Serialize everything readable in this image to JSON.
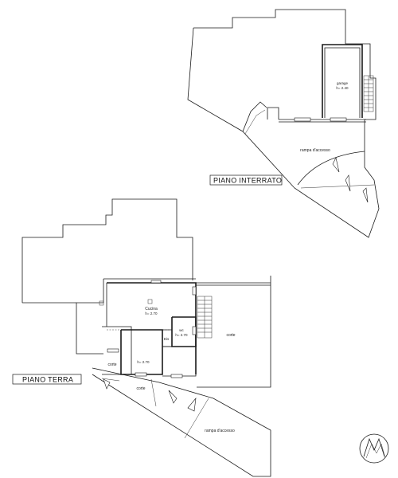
{
  "floors": {
    "basement": {
      "title": "PIANO INTERRATO",
      "rooms": [
        {
          "name": "garage",
          "height": "h= 2.40"
        },
        {
          "name": "rampa d'accesso",
          "height": ""
        }
      ]
    },
    "ground": {
      "title": "PIANO TERRA",
      "rooms": [
        {
          "name": "Cucina",
          "height": "h= 2.70"
        },
        {
          "name": "wc",
          "height": "h= 2.70"
        },
        {
          "name": "Dis",
          "height": ""
        },
        {
          "name": "",
          "height": "h= 2.70"
        },
        {
          "name": "corte",
          "height": ""
        },
        {
          "name": "corte",
          "height": ""
        },
        {
          "name": "corte",
          "height": ""
        },
        {
          "name": "rampa d'accesso",
          "height": ""
        }
      ]
    }
  },
  "icons": {
    "north_arrow": "north-arrow-icon"
  }
}
